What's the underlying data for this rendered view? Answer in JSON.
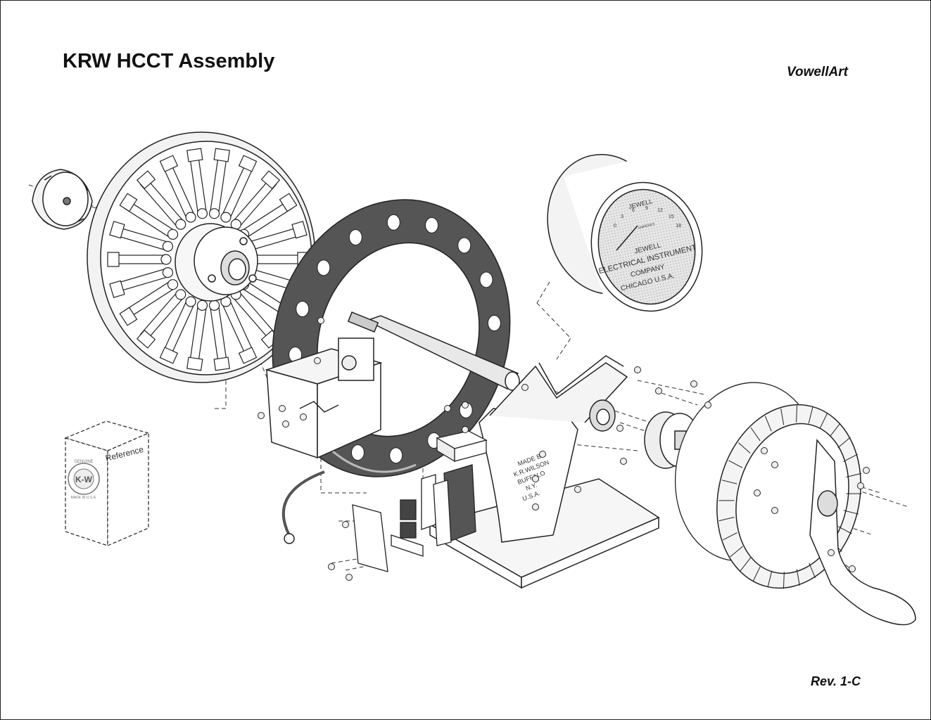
{
  "header": {
    "title": "KRW HCCT Assembly",
    "brand": "VowellArt"
  },
  "footer": {
    "revision": "Rev. 1-C"
  },
  "reference_box": {
    "label": "Reference",
    "logo_text": "K-W",
    "logo_top": "GENUINE",
    "logo_bottom": "MADE IN U.S.A."
  },
  "meter": {
    "brand_top": "JEWELL",
    "scale_label": "AMPERES",
    "scale_ticks": [
      "0",
      "3",
      "6",
      "9",
      "12",
      "15",
      "18"
    ],
    "face_lines": [
      "JEWELL",
      "ELECTRICAL INSTRUMENT",
      "COMPANY",
      "CHICAGO   U.S.A."
    ]
  },
  "stand_plate": {
    "lines": [
      "MADE BY",
      "K.R.WILSON",
      "BUFFALO",
      "N.Y.",
      "U.S.A."
    ]
  },
  "colors": {
    "line": "#222222",
    "fill": "#ffffff",
    "tint": "#eeeeee",
    "ring": "#555555",
    "dark": "#333333"
  }
}
